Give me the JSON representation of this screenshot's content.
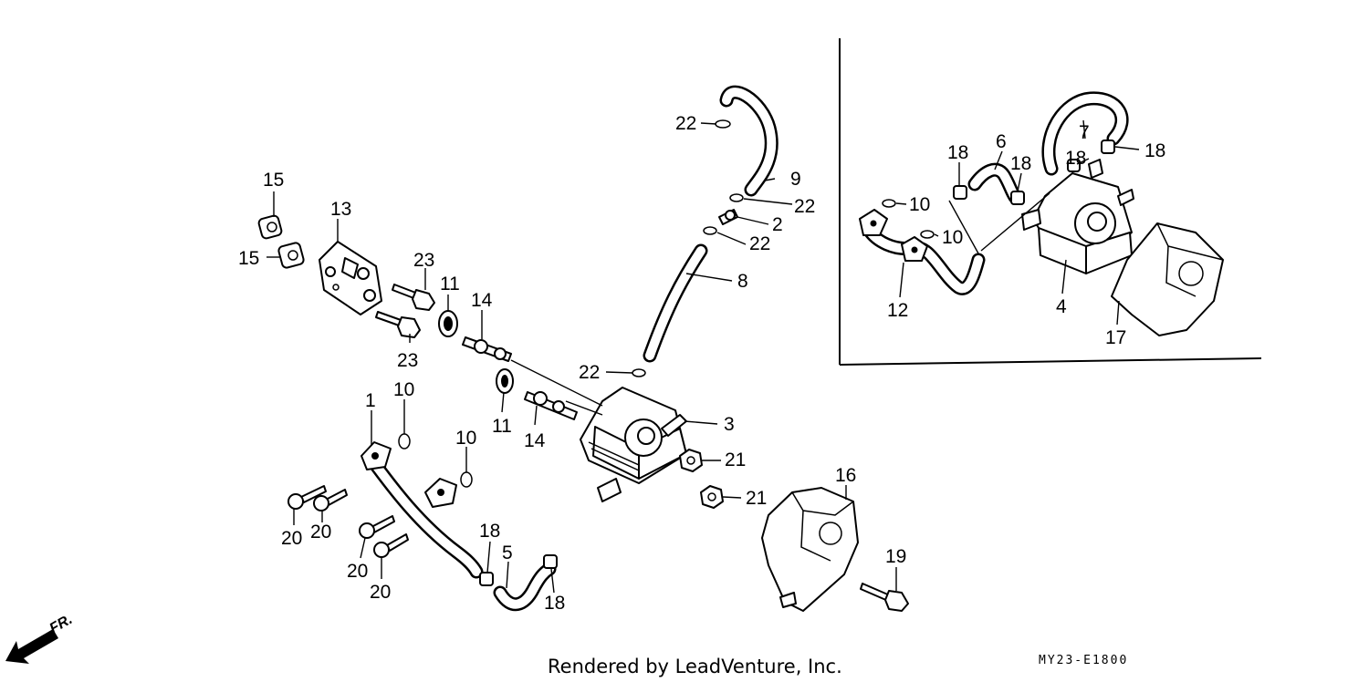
{
  "diagram": {
    "footer_text": "Rendered by LeadVenture, Inc.",
    "figure_code": "MY23-E1800",
    "direction_label": "FR.",
    "callouts": {
      "c1": "1",
      "c2": "2",
      "c3": "3",
      "c4": "4",
      "c5": "5",
      "c6": "6",
      "c7": "7",
      "c8": "8",
      "c9": "9",
      "c10a": "10",
      "c10b": "10",
      "c10c": "10",
      "c10d": "10",
      "c11a": "11",
      "c11b": "11",
      "c12": "12",
      "c13": "13",
      "c14a": "14",
      "c14b": "14",
      "c15a": "15",
      "c15b": "15",
      "c16": "16",
      "c17": "17",
      "c18a": "18",
      "c18b": "18",
      "c18c": "18",
      "c18d": "18",
      "c18e": "18",
      "c18f": "18",
      "c19": "19",
      "c20a": "20",
      "c20b": "20",
      "c20c": "20",
      "c20d": "20",
      "c21a": "21",
      "c21b": "21",
      "c22a": "22",
      "c22b": "22",
      "c22c": "22",
      "c22d": "22",
      "c23a": "23",
      "c23b": "23"
    }
  }
}
